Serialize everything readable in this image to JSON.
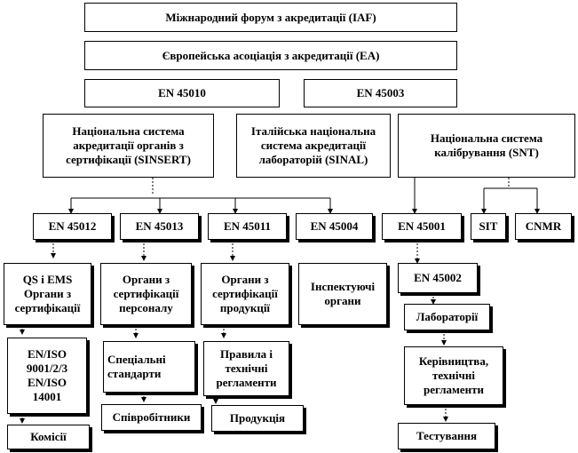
{
  "nodes": {
    "iaf": "Міжнародний форум  з акредитації  (IAF)",
    "ea": "Європейська асоціація  з акредитації  (EA)",
    "en45010": "EN 45010",
    "en45003": "EN 45003",
    "sinsert": "Національна система\nакредитації органів  з\nсертифікації  (SINSERT)",
    "sinal": "Італійська  національна\nсистема акредитації\nлабораторій  (SINAL)",
    "snt": "Національна система\nкалібрування  (SNT)",
    "en45012": "EN 45012",
    "en45013": "EN 45013",
    "en45011": "EN 45011",
    "en45004": "EN 45004",
    "en45001": "EN 45001",
    "sit": "SIT",
    "cnmr": "CNMR",
    "qs_ems": "QS і EMS\nОргани з\nсертифікації",
    "personnel_bodies": "Органи з\nсертифікації\nперсоналу",
    "product_bodies": "Органи з\nсертифікації\nпродукції",
    "inspection_bodies": "Інспектуючі\nоргани",
    "en45002": "EN 45002",
    "iso_standards": "EN/ISO\n9001/2/3\nEN/ISO\n14001",
    "special_standards": "Спеціальні\nстандарти",
    "rules_regs": "Правила і\nтехнічні\nрегламенти",
    "laboratories": "Лабораторії",
    "guides": "Керівництва,\nтехнічні\nрегламенти",
    "commissions": "Комісії",
    "employees": "Співробітники",
    "products": "Продукція",
    "testing": "Тестування"
  }
}
